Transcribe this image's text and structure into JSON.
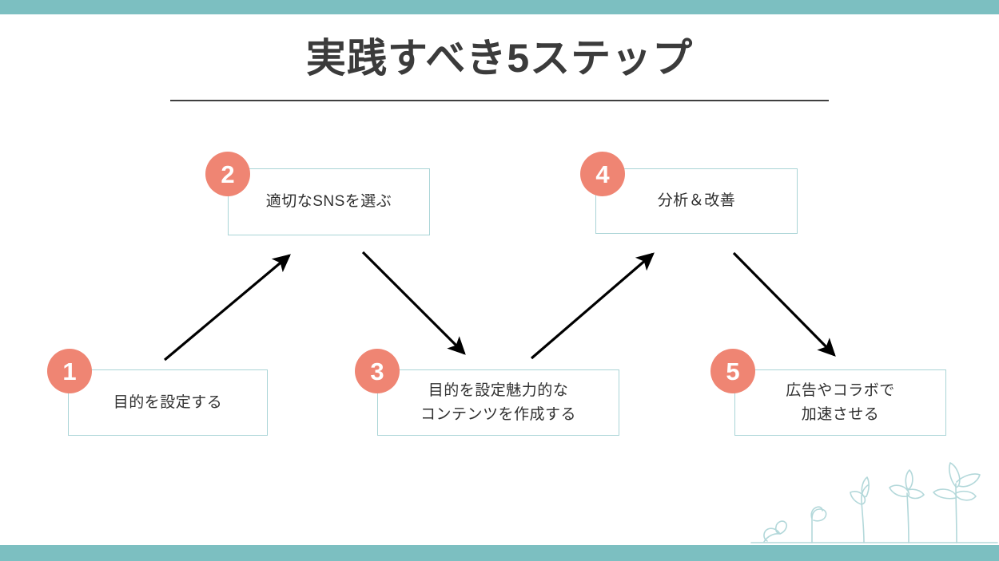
{
  "slide": {
    "title": "実践すべき5ステップ",
    "accent_bar_color": "#7cbfc1",
    "badge_color": "#ef8573",
    "box_border_color": "#a9d4d6",
    "text_color": "#303030",
    "background": "#ffffff"
  },
  "steps": [
    {
      "number": "1",
      "label": "目的を設定する",
      "lines": [
        "目的を設定する"
      ]
    },
    {
      "number": "2",
      "label": "適切なSNSを選ぶ",
      "lines": [
        "適切なSNSを選ぶ"
      ]
    },
    {
      "number": "3",
      "label": "目的を設定魅力的なコンテンツを作成する",
      "lines": [
        "目的を設定魅力的な",
        "コンテンツを作成する"
      ]
    },
    {
      "number": "4",
      "label": "分析＆改善",
      "lines": [
        "分析＆改善"
      ]
    },
    {
      "number": "5",
      "label": "広告やコラボで加速させる",
      "lines": [
        "広告やコラボで",
        "加速させる"
      ]
    }
  ],
  "connectors": [
    {
      "name": "arrow-step1-to-step2",
      "from": "1",
      "to": "2",
      "direction": "up-right"
    },
    {
      "name": "arrow-step2-to-step3",
      "from": "2",
      "to": "3",
      "direction": "down-right"
    },
    {
      "name": "arrow-step3-to-step4",
      "from": "3",
      "to": "4",
      "direction": "up-right"
    },
    {
      "name": "arrow-step4-to-step5",
      "from": "4",
      "to": "5",
      "direction": "down-right"
    }
  ],
  "decoration": {
    "name": "plant-growth-illustration",
    "color": "#b3d8da",
    "stages": 5
  }
}
